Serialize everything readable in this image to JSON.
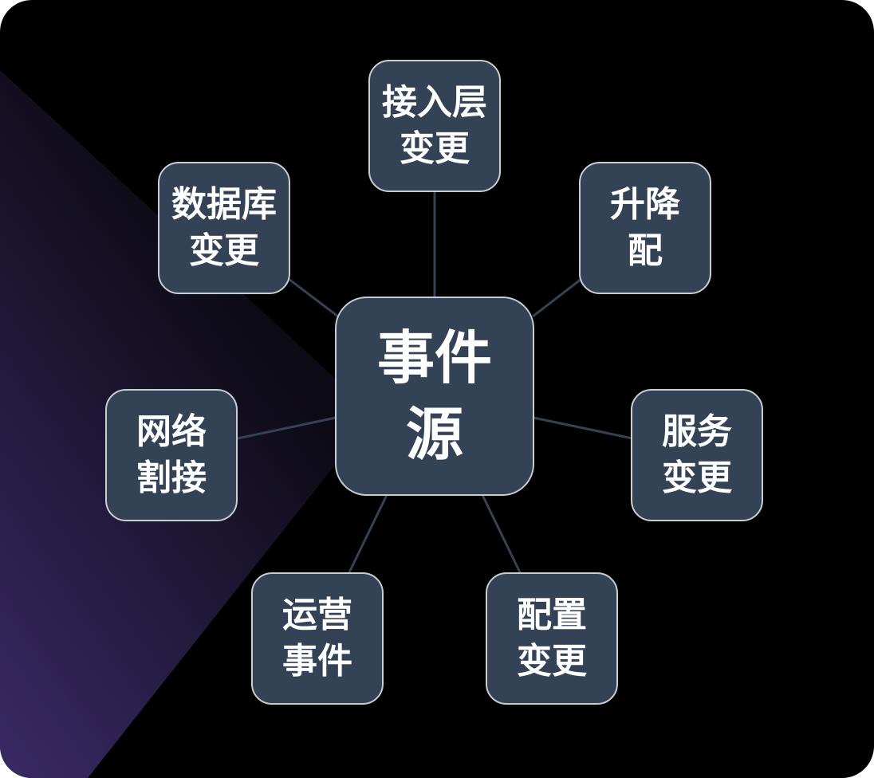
{
  "diagram": {
    "center": {
      "label": "事件\n源"
    },
    "nodes": [
      {
        "id": "top",
        "label": "接入层\n变更"
      },
      {
        "id": "ul",
        "label": "数据库\n变更"
      },
      {
        "id": "ur",
        "label": "升降\n配"
      },
      {
        "id": "l",
        "label": "网络\n割接"
      },
      {
        "id": "r",
        "label": "服务\n变更"
      },
      {
        "id": "bl",
        "label": "运营\n事件"
      },
      {
        "id": "br",
        "label": "配置\n变更"
      }
    ]
  },
  "colors": {
    "background": "#000000",
    "node_fill": "#344256",
    "node_border": "#c9cdd4",
    "edge": "#344256",
    "text": "#ffffff",
    "accent_gradient_start": "#3a2a66",
    "accent_gradient_end": "#0c0a14"
  }
}
